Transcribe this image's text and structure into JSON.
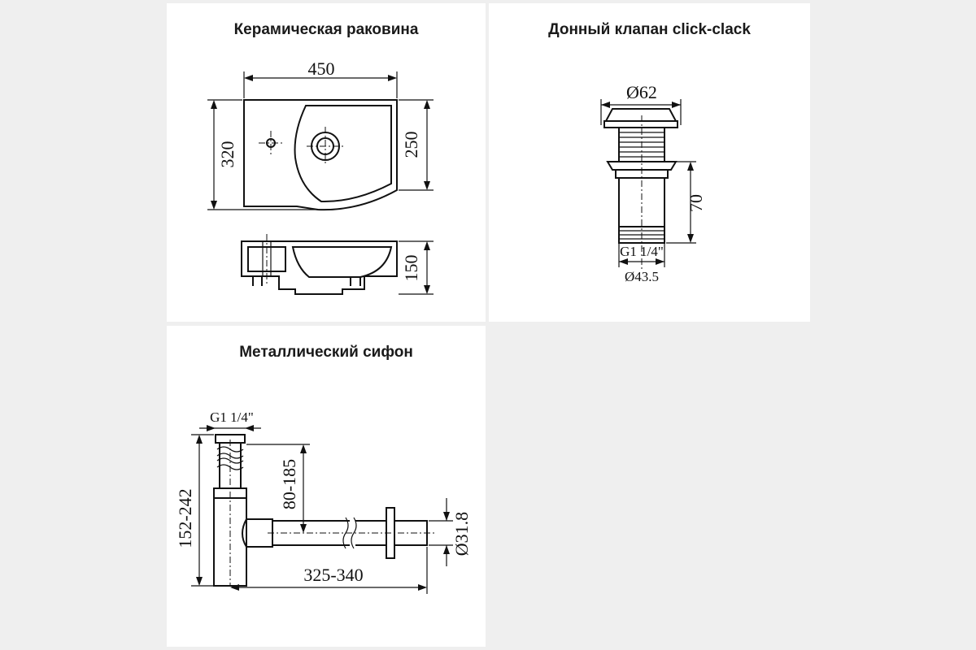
{
  "sink": {
    "title": "Керамическая раковина",
    "dim_width": "450",
    "dim_depth": "320",
    "dim_bowl": "250",
    "dim_height": "150"
  },
  "valve": {
    "title": "Донный клапан click-clack",
    "dim_cap": "Ø62",
    "dim_height": "70",
    "dim_thread": "G1 1/4\"",
    "dim_body": "Ø43.5"
  },
  "siphon": {
    "title": "Металлический сифон",
    "dim_thread": "G1 1/4\"",
    "dim_total_height": "152-242",
    "dim_outlet_height": "80-185",
    "dim_length": "325-340",
    "dim_pipe": "Ø31.8"
  }
}
